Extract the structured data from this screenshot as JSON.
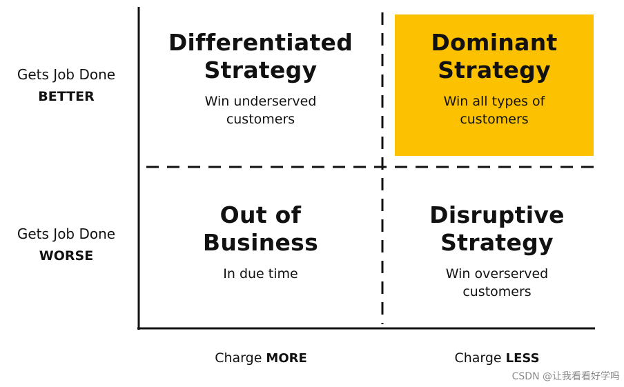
{
  "rows": {
    "better": {
      "line1": "Gets Job Done",
      "line2": "BETTER"
    },
    "worse": {
      "line1": "Gets Job Done",
      "line2": "WORSE"
    }
  },
  "columns": {
    "more": {
      "prefix": "Charge ",
      "strong": "MORE"
    },
    "less": {
      "prefix": "Charge ",
      "strong": "LESS"
    }
  },
  "quadrants": {
    "top_left": {
      "title_line1": "Differentiated",
      "title_line2": "Strategy",
      "desc_line1": "Win underserved",
      "desc_line2": "customers"
    },
    "top_right": {
      "title_line1": "Dominant",
      "title_line2": "Strategy",
      "desc_line1": "Win all types of",
      "desc_line2": "customers",
      "highlight_color": "#fcc100"
    },
    "bottom_left": {
      "title_line1": "Out of",
      "title_line2": "Business",
      "desc_line1": "In due time"
    },
    "bottom_right": {
      "title_line1": "Disruptive",
      "title_line2": "Strategy",
      "desc_line1": "Win overserved",
      "desc_line2": "customers"
    }
  },
  "watermark": "CSDN @让我看看好学吗"
}
